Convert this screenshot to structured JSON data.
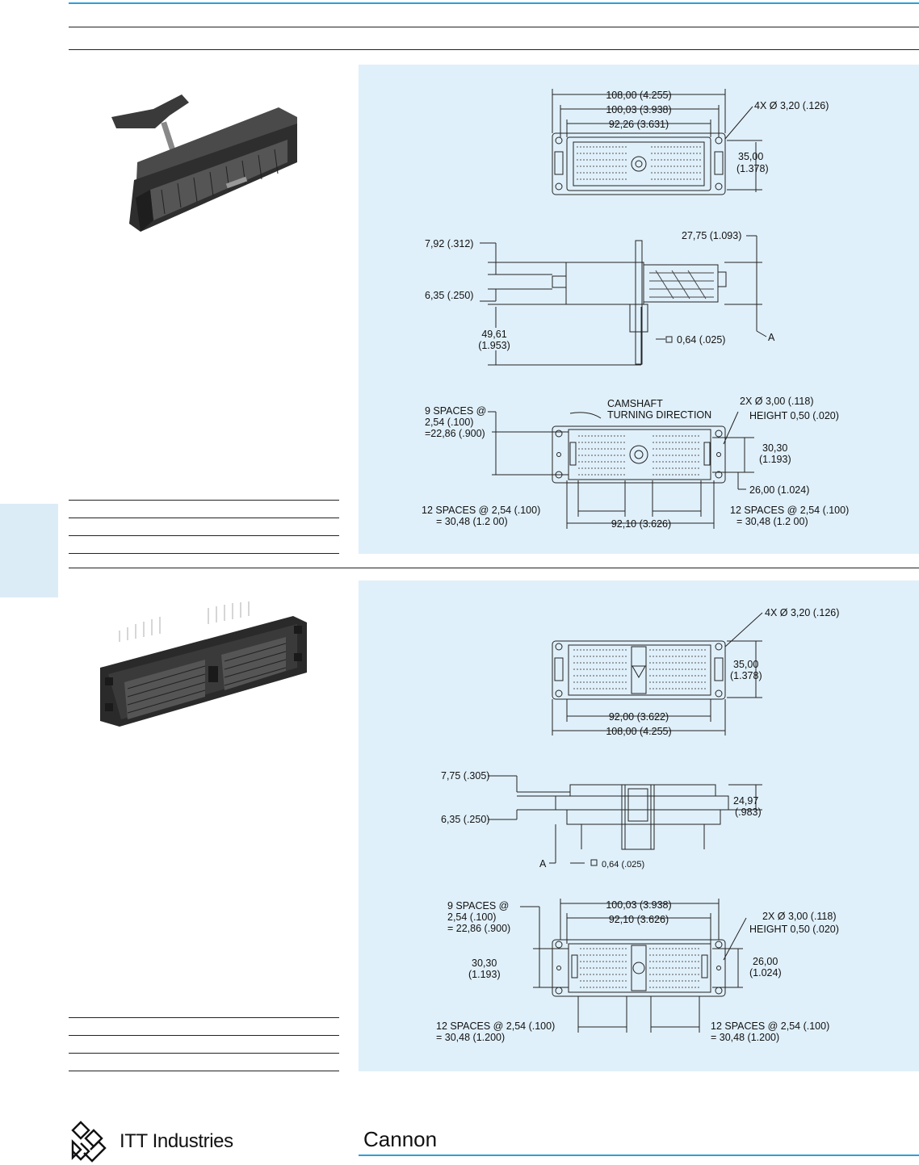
{
  "footer": {
    "brand": "ITT Industries",
    "product_line": "Cannon"
  },
  "colors": {
    "accent": "#2aa0d8",
    "panel_bg": "#e0f0fa"
  },
  "section1": {
    "photo_icon": "connector-with-camshaft-photo",
    "top": {
      "d1": "108,00 (4.255)",
      "d2": "100,03 (3.938)",
      "d3": "92,26 (3.631)",
      "holes": "4X Ø 3,20 (.126)",
      "h1": "35,00",
      "h2": "(1.378)"
    },
    "side": {
      "a": "7,92 (.312)",
      "b": "27,75 (1.093)",
      "c": "6,35 (.250)",
      "d1": "49,61",
      "d2": "(1.953)",
      "sq": "0,64 (.025)",
      "ref": "A"
    },
    "bottom": {
      "sp1": "9 SPACES @",
      "sp2": "2,54 (.100)",
      "sp3": "=22,86 (.900)",
      "cam1": "CAMSHAFT",
      "cam2": "TURNING DIRECTION",
      "holes": "2X Ø 3,00 (.118)",
      "height": "HEIGHT 0,50 (.020)",
      "h1": "30,30",
      "h2": "(1.193)",
      "w": "26,00 (1.024)",
      "l1": "12 SPACES @ 2,54 (.100)",
      "l2": "= 30,48 (1.2 00)",
      "r1": "12 SPACES @ 2,54 (.100)",
      "r2": "= 30,48 (1.2 00)",
      "mid": "92,10 (3.626)"
    }
  },
  "section2": {
    "photo_icon": "connector-header-photo",
    "top": {
      "holes": "4X Ø 3,20 (.126)",
      "h1": "35,00",
      "h2": "(1.378)",
      "d1": "92,00 (3.622)",
      "d2": "108,00 (4.255)"
    },
    "side": {
      "a": "7,75 (.305)",
      "b1": "24,97",
      "b2": "(.983)",
      "c": "6,35 (.250)",
      "ref": "A",
      "sq": "0,64 (.025)"
    },
    "bottom": {
      "sp1": "9 SPACES @",
      "sp2": "2,54 (.100)",
      "sp3": "= 22,86 (.900)",
      "d1": "100,03 (3.938)",
      "d2": "92,10 (3.626)",
      "holes": "2X Ø 3,00 (.118)",
      "height": "HEIGHT  0,50 (.020)",
      "h1": "30,30",
      "h2": "(1.193)",
      "w1": "26,00",
      "w2": "(1.024)",
      "l1": "12 SPACES @ 2,54 (.100)",
      "l2": "= 30,48 (1.200)",
      "r1": "12 SPACES @ 2,54 (.100)",
      "r2": "= 30,48 (1.200)"
    }
  }
}
